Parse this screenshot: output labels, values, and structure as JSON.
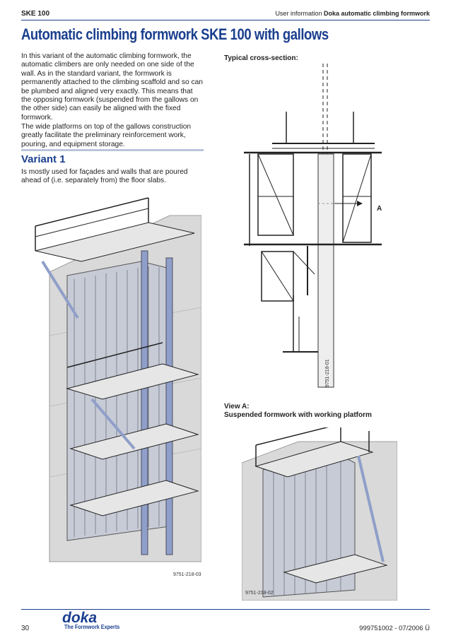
{
  "header": {
    "left": "SKE 100",
    "right_prefix": "User information ",
    "right_bold": "Doka automatic climbing formwork"
  },
  "title": "Automatic climbing formwork SKE 100 with gallows",
  "intro": {
    "p1": "In this variant of the automatic climbing formwork, the automatic climbers are only needed on one side of the wall. As in the standard variant, the formwork is permanently attached to the climbing scaffold and so can be plumbed and aligned very exactly. This means that the opposing formwork (suspended from the gallows on the other side) can easily be aligned with the fixed formwork.",
    "p2": "The wide platforms on top of the gallows construction greatly facilitate the preliminary reinforcement work, pouring, and equipment storage."
  },
  "variant": {
    "title": "Variant 1",
    "text": "Is mostly used for façades and walls that are poured ahead of (i.e. separately from) the floor slabs."
  },
  "figures": {
    "cross_section_label": "Typical cross-section:",
    "cross_section_code": "9751-218-01",
    "callout": "A",
    "variant1_code": "9751-218-03",
    "viewA_line1": "View A:",
    "viewA_line2": "Suspended formwork with working platform",
    "viewA_code": "9751-218-02"
  },
  "footer": {
    "page": "30",
    "logo": "doka",
    "tagline": "The Formwork Experts",
    "doc": "999751002  - 07/2006 Ü"
  },
  "colors": {
    "brand": "#1a3f8f",
    "steel": "#8f9fc9",
    "wall": "#d9d9d9"
  }
}
